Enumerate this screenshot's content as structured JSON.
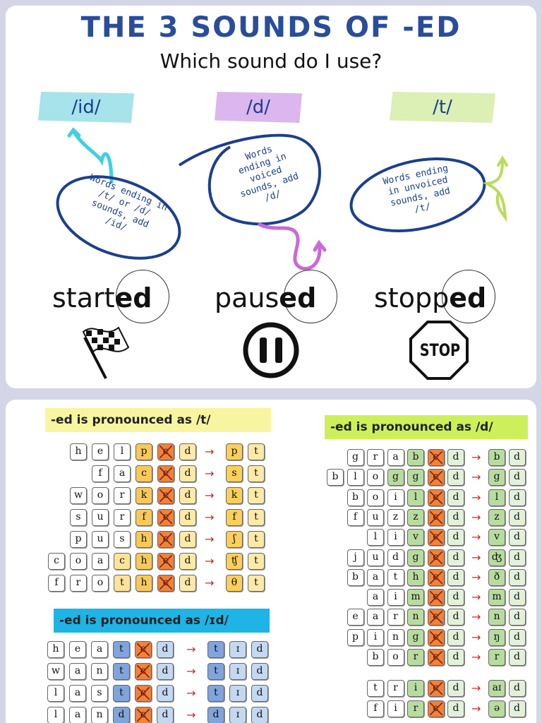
{
  "header": {
    "title": "THE 3 SOUNDS OF -ED",
    "subtitle": "Which sound do I use?"
  },
  "sounds": [
    {
      "label": "/id/",
      "tape_color": "#a6e3ea",
      "rule": [
        "Words ending in",
        "/t/ or /d/",
        "sounds, add",
        "/id/"
      ],
      "word_start": "start",
      "word_end": "ed",
      "icon": "checkered-flag-icon"
    },
    {
      "label": "/d/",
      "tape_color": "#dcb6ee",
      "rule": [
        "Words",
        "ending in",
        "voiced",
        "sounds, add",
        "/d/"
      ],
      "word_start": "paus",
      "word_end": "ed",
      "icon": "pause-icon"
    },
    {
      "label": "/t/",
      "tape_color": "#dcefb4",
      "rule": [
        "Words ending",
        "in unvoiced",
        "sounds, add",
        "/t/"
      ],
      "word_start": "stopp",
      "word_end": "ed",
      "icon": "stop-sign-icon"
    }
  ],
  "stop_label": "STOP",
  "colors": {
    "title": "#2a4d9a",
    "t_head": "#f8f5a0",
    "d_head": "#cdf05a",
    "id_head": "#1eb4e6",
    "orange": "#f0823a",
    "t_light": "#fbe39a",
    "t_result": "#fde9a8",
    "d_light": "#b8dca0",
    "d_result": "#e4f1da",
    "id_light": "#c4d8f0",
    "id_dark": "#7fa5dc",
    "blue_ink": "#1b3f8f"
  },
  "t_section": {
    "heading": "-ed is pronounced as /t/",
    "rows": [
      {
        "letters": [
          "h",
          "e",
          "l",
          "p",
          "e",
          "d"
        ],
        "result": [
          "p",
          "t"
        ]
      },
      {
        "letters": [
          "f",
          "a",
          "c",
          "e",
          "d"
        ],
        "result": [
          "s",
          "t"
        ]
      },
      {
        "letters": [
          "w",
          "o",
          "r",
          "k",
          "e",
          "d"
        ],
        "result": [
          "k",
          "t"
        ]
      },
      {
        "letters": [
          "s",
          "u",
          "r",
          "f",
          "e",
          "d"
        ],
        "result": [
          "f",
          "t"
        ]
      },
      {
        "letters": [
          "p",
          "u",
          "s",
          "h",
          "e",
          "d"
        ],
        "result": [
          "ʃ",
          "t"
        ]
      },
      {
        "letters": [
          "c",
          "o",
          "a",
          "c",
          "h",
          "e",
          "d"
        ],
        "result": [
          "ʧ",
          "t"
        ]
      },
      {
        "letters": [
          "f",
          "r",
          "o",
          "t",
          "h",
          "e",
          "d"
        ],
        "result": [
          "θ",
          "t"
        ]
      }
    ]
  },
  "id_section": {
    "heading": "-ed is pronounced as /ɪd/",
    "rows": [
      {
        "letters": [
          "h",
          "e",
          "a",
          "t",
          "e",
          "d"
        ],
        "result": [
          "t",
          "ɪ",
          "d"
        ]
      },
      {
        "letters": [
          "w",
          "a",
          "n",
          "t",
          "e",
          "d"
        ],
        "result": [
          "t",
          "ɪ",
          "d"
        ]
      },
      {
        "letters": [
          "l",
          "a",
          "s",
          "t",
          "e",
          "d"
        ],
        "result": [
          "t",
          "ɪ",
          "d"
        ]
      },
      {
        "letters": [
          "l",
          "a",
          "n",
          "d",
          "e",
          "d"
        ],
        "result": [
          "d",
          "ɪ",
          "d"
        ]
      }
    ]
  },
  "d_section": {
    "heading": "-ed is pronounced as /d/",
    "rows": [
      {
        "letters": [
          "g",
          "r",
          "a",
          "b",
          "e",
          "d"
        ],
        "result": [
          "b",
          "d"
        ]
      },
      {
        "letters": [
          "b",
          "l",
          "o",
          "g",
          "g",
          "e",
          "d"
        ],
        "result": [
          "g",
          "d"
        ]
      },
      {
        "letters": [
          "b",
          "o",
          "i",
          "l",
          "e",
          "d"
        ],
        "result": [
          "l",
          "d"
        ]
      },
      {
        "letters": [
          "f",
          "u",
          "z",
          "z",
          "e",
          "d"
        ],
        "result": [
          "z",
          "d"
        ]
      },
      {
        "letters": [
          "l",
          "i",
          "v",
          "e",
          "d"
        ],
        "result": [
          "v",
          "d"
        ]
      },
      {
        "letters": [
          "j",
          "u",
          "d",
          "g",
          "e",
          "d"
        ],
        "result": [
          "ʤ",
          "d"
        ]
      },
      {
        "letters": [
          "b",
          "a",
          "t",
          "h",
          "e",
          "d"
        ],
        "result": [
          "ð",
          "d"
        ]
      },
      {
        "letters": [
          "a",
          "i",
          "m",
          "e",
          "d"
        ],
        "result": [
          "m",
          "d"
        ]
      },
      {
        "letters": [
          "e",
          "a",
          "r",
          "n",
          "e",
          "d"
        ],
        "result": [
          "n",
          "d"
        ]
      },
      {
        "letters": [
          "p",
          "i",
          "n",
          "g",
          "e",
          "d"
        ],
        "result": [
          "ŋ",
          "d"
        ]
      },
      {
        "letters": [
          "b",
          "o",
          "r",
          "e",
          "d"
        ],
        "result": [
          "r",
          "d"
        ]
      },
      {
        "letters": [
          "t",
          "r",
          "i",
          "e",
          "d"
        ],
        "result": [
          "aɪ",
          "d"
        ]
      },
      {
        "letters": [
          "f",
          "i",
          "r",
          "e",
          "d"
        ],
        "result": [
          "ə",
          "d"
        ]
      }
    ]
  }
}
